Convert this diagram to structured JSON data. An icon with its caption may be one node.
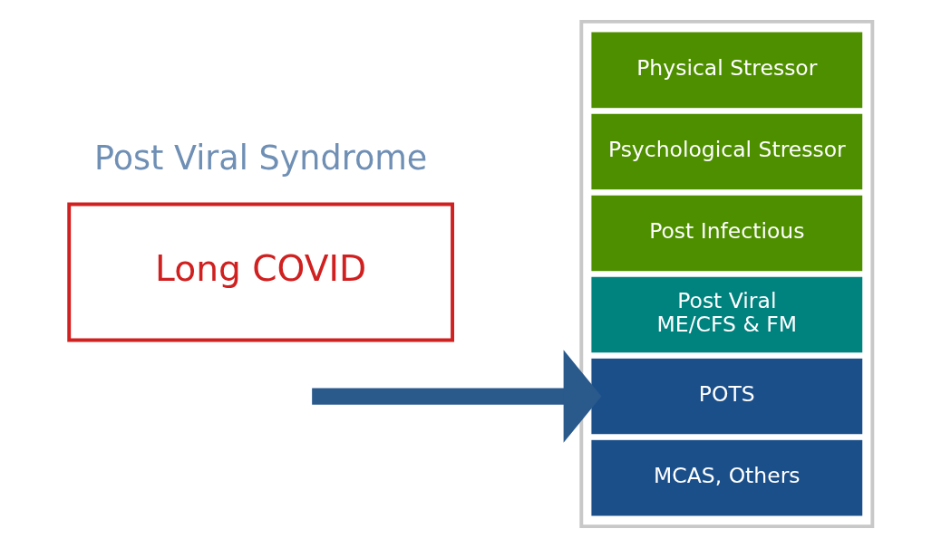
{
  "diagram": {
    "nodes": [
      {
        "text": [],
        "shape": "box"
      },
      {
        "text": [
          "Physical Stressor"
        ],
        "in": 0
      },
      {
        "text": [
          "Psychological Stressor"
        ],
        "in": 0
      },
      {
        "text": [
          "Post Infectious"
        ],
        "in": 0
      },
      {
        "text": [
          "Long COVID"
        ]
      },
      {
        "text": [
          "Post Viral",
          "ME/CFS & FM"
        ],
        "in": 0
      },
      {
        "text": [
          "POTS"
        ],
        "in": 0
      },
      {
        "text": [
          "MCAS, Others"
        ],
        "in": 0
      }
    ],
    "edges": [
      {
        "from": null,
        "to": 6,
        "arrow": "to"
      }
    ],
    "labels": [
      "Post Viral Syndrome"
    ]
  }
}
